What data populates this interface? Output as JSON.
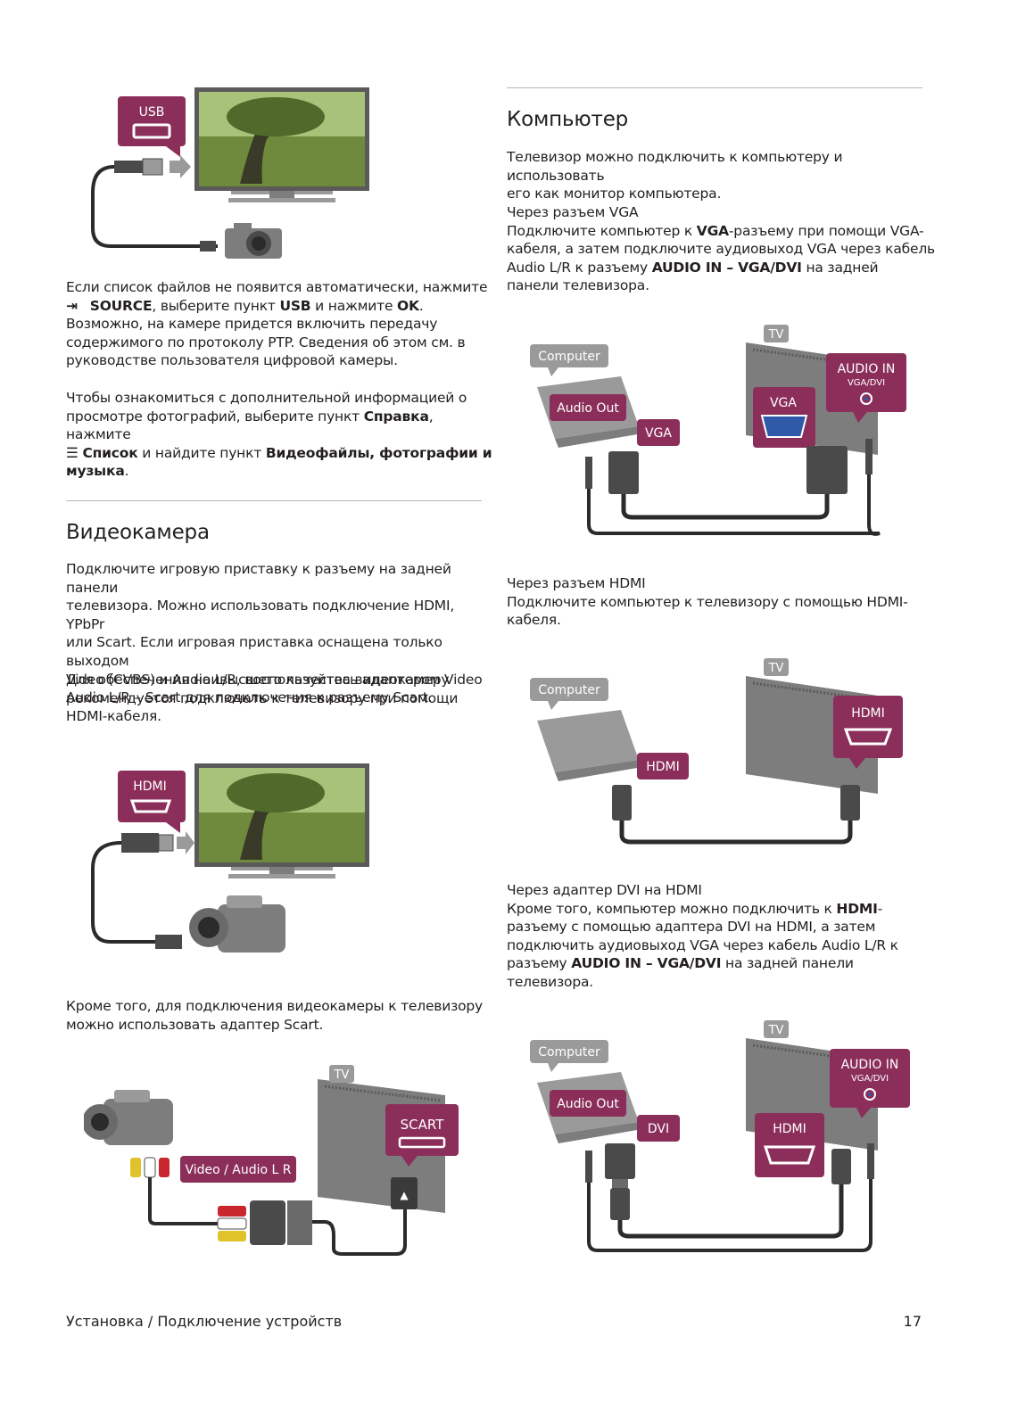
{
  "left": {
    "usb_fig": {
      "tag": "USB"
    },
    "para1": {
      "t1": "Если список файлов не появится автоматически, нажмите",
      "source_key": "SOURCE",
      "t2": ", выберите пункт",
      "usb": "USB",
      "t3": "и нажмите",
      "ok": "OK",
      "t4": ".",
      "t5": "Возможно, на камере придется включить передачу",
      "t6": "содержимого по протоколу PTP. Сведения об этом см. в",
      "t7": "руководстве пользователя цифровой камеры."
    },
    "para2": {
      "t1": "Чтобы ознакомиться с дополнительной информацией о",
      "t2": "просмотре фотографий, выберите пункт",
      "help": "Справка",
      "t3": ", нажмите",
      "list_key": "Список",
      "t4": "и найдите пункт",
      "item_a": "Видеофайлы, фотографии и",
      "item_b": "музыка",
      "t5": "."
    },
    "camcorder": {
      "title": "Видеокамера",
      "p1": [
        "Подключите игровую приставку к разъему на задней панели",
        "телевизора. Можно использовать подключение HDMI, YPbPr",
        "или Scart. Если игровая приставка оснащена только выходом",
        "Video (CVBS) и Audio L/R, воспользуйтесь адаптером Video",
        "Audio L/R – Scart для подключения к разъему Scart."
      ],
      "p2": [
        "Для обеспечения наивысшего качества видеокамеру",
        "рекомендуется подключать к телевизору при помощи",
        "HDMI-кабеля."
      ],
      "hdmi_fig": {
        "tag": "HDMI"
      },
      "p3": [
        "Кроме того, для подключения видеокамеры к телевизору",
        "можно использовать адаптер Scart."
      ],
      "scart_fig": {
        "tv": "TV",
        "scart": "SCART",
        "video_audio": "Video / Audio L R"
      }
    }
  },
  "right": {
    "title": "Компьютер",
    "intro": [
      "Телевизор можно подключить к компьютеру и использовать",
      "его как монитор компьютера."
    ],
    "vga": {
      "subtitle": "Через разъем VGA",
      "t1": "Подключите компьютер к",
      "vga": "VGA",
      "t2": "-разъему при помощи VGA-",
      "t3": "кабеля, а затем подключите аудиовыход VGA через кабель",
      "t4": "Audio L/R к разъему",
      "audio_in": "AUDIO IN – VGA/DVI",
      "t5": "на задней",
      "t6": "панели телевизора.",
      "fig": {
        "tv": "TV",
        "computer": "Computer",
        "audio_out": "Audio Out",
        "vga_out": "VGA",
        "vga_in": "VGA",
        "audio_in": "AUDIO IN",
        "audio_in_sub": "VGA/DVI"
      }
    },
    "hdmi": {
      "subtitle": "Через разъем HDMI",
      "lines": [
        "Подключите компьютер к телевизору с помощью HDMI-",
        "кабеля."
      ],
      "fig": {
        "tv": "TV",
        "computer": "Computer",
        "hdmi_out": "HDMI",
        "hdmi_in": "HDMI"
      }
    },
    "dvi": {
      "subtitle": "Через адаптер DVI на HDMI",
      "t1": "Кроме того, компьютер можно подключить к",
      "hdmi": "HDMI",
      "t2": "-",
      "t3": "разъему с помощью адаптера DVI на HDMI, а затем",
      "t4": "подключить аудиовыход VGA через кабель Audio L/R к",
      "t5": "разъему",
      "audio_in": "AUDIO IN – VGA/DVI",
      "t6": "на задней панели",
      "t7": "телевизора.",
      "fig": {
        "tv": "TV",
        "computer": "Computer",
        "audio_out": "Audio Out",
        "dvi_out": "DVI",
        "hdmi_in": "HDMI",
        "audio_in": "AUDIO IN",
        "audio_in_sub": "VGA/DVI"
      }
    }
  },
  "footer": {
    "breadcrumb": "Установка / Подключение устройств",
    "page_number": "17"
  },
  "colors": {
    "tag": "#8b2f5a",
    "device": "#7d7d7d",
    "cable": "#2b2b2b",
    "rule": "#b7b7b7"
  }
}
